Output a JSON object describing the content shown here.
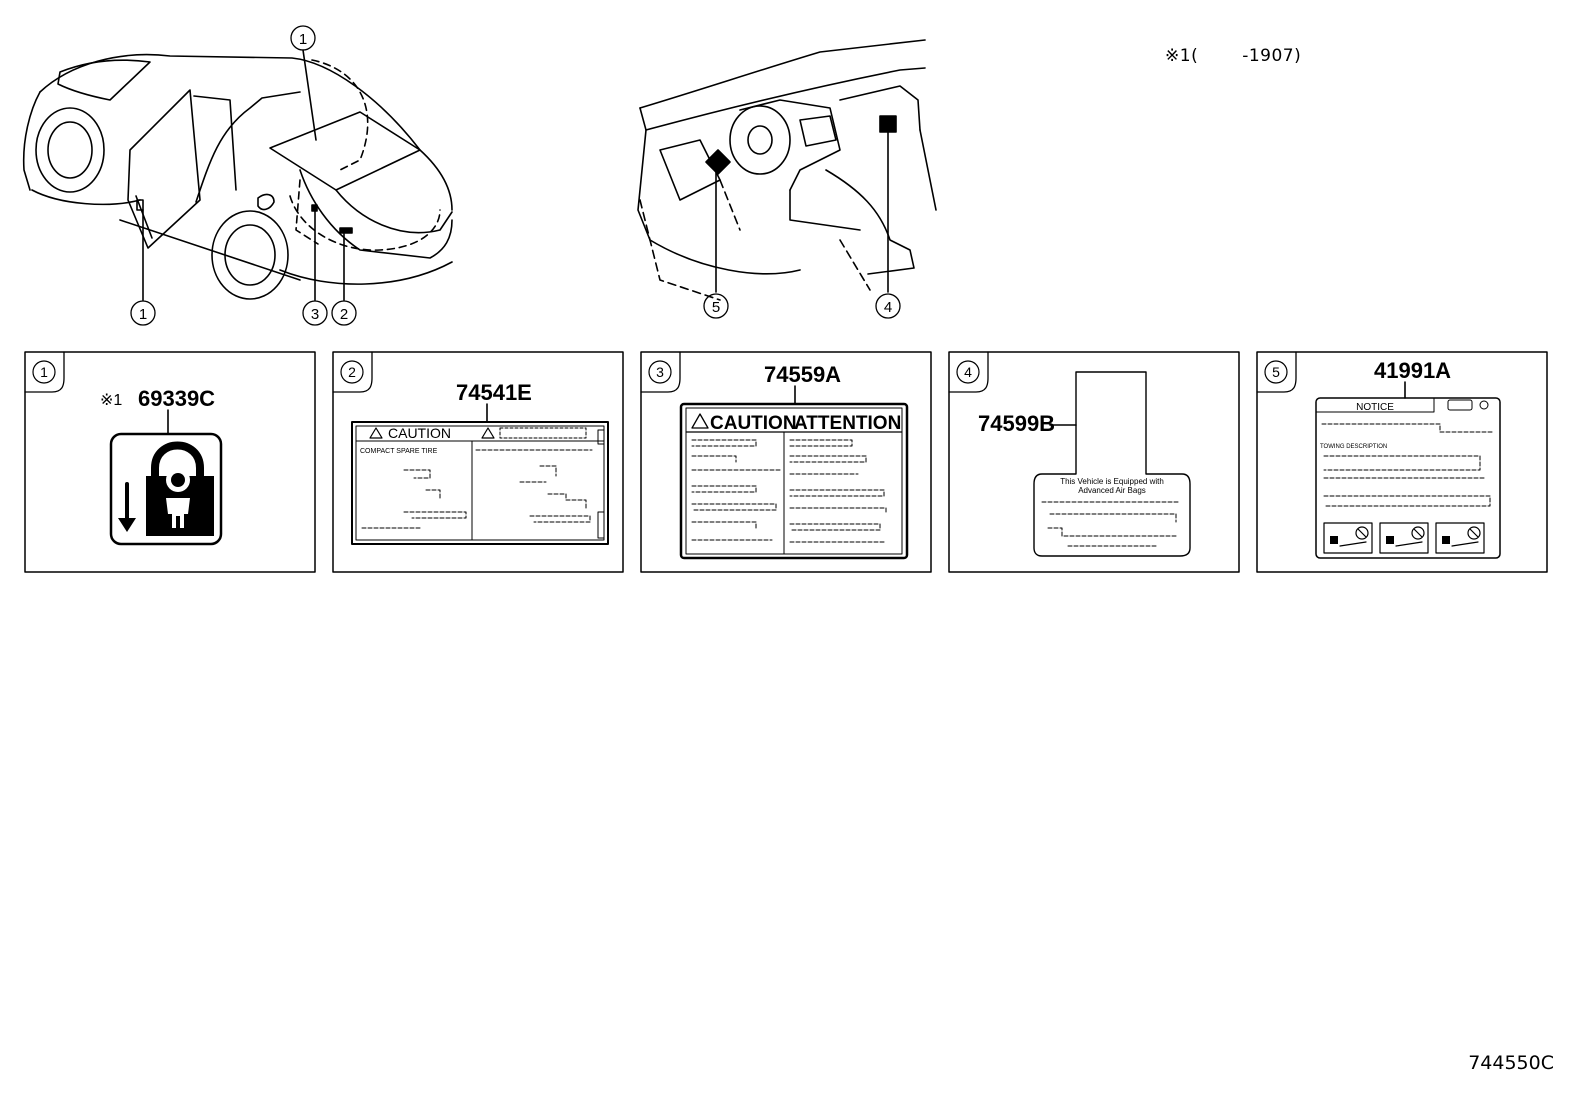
{
  "note": {
    "mark": "※1",
    "open": "(",
    "range_end": "-1907",
    "close": ")"
  },
  "callouts": {
    "c1": "1",
    "c2": "2",
    "c3": "3",
    "c4": "4",
    "c5": "5"
  },
  "panels": [
    {
      "index": "1",
      "mark": "※1",
      "part_no": "69339C"
    },
    {
      "index": "2",
      "part_no": "74541E",
      "heading": "CAUTION",
      "subheading": "COMPACT SPARE TIRE"
    },
    {
      "index": "3",
      "part_no": "74559A",
      "heading": "CAUTION",
      "heading2": "ATTENTION"
    },
    {
      "index": "4",
      "part_no": "74599B",
      "line1": "This Vehicle is Equipped with",
      "line2": "Advanced Air Bags"
    },
    {
      "index": "5",
      "part_no": "41991A",
      "heading": "NOTICE",
      "subheading": "TOWING DESCRIPTION"
    }
  ],
  "drawing_number": "744550C"
}
